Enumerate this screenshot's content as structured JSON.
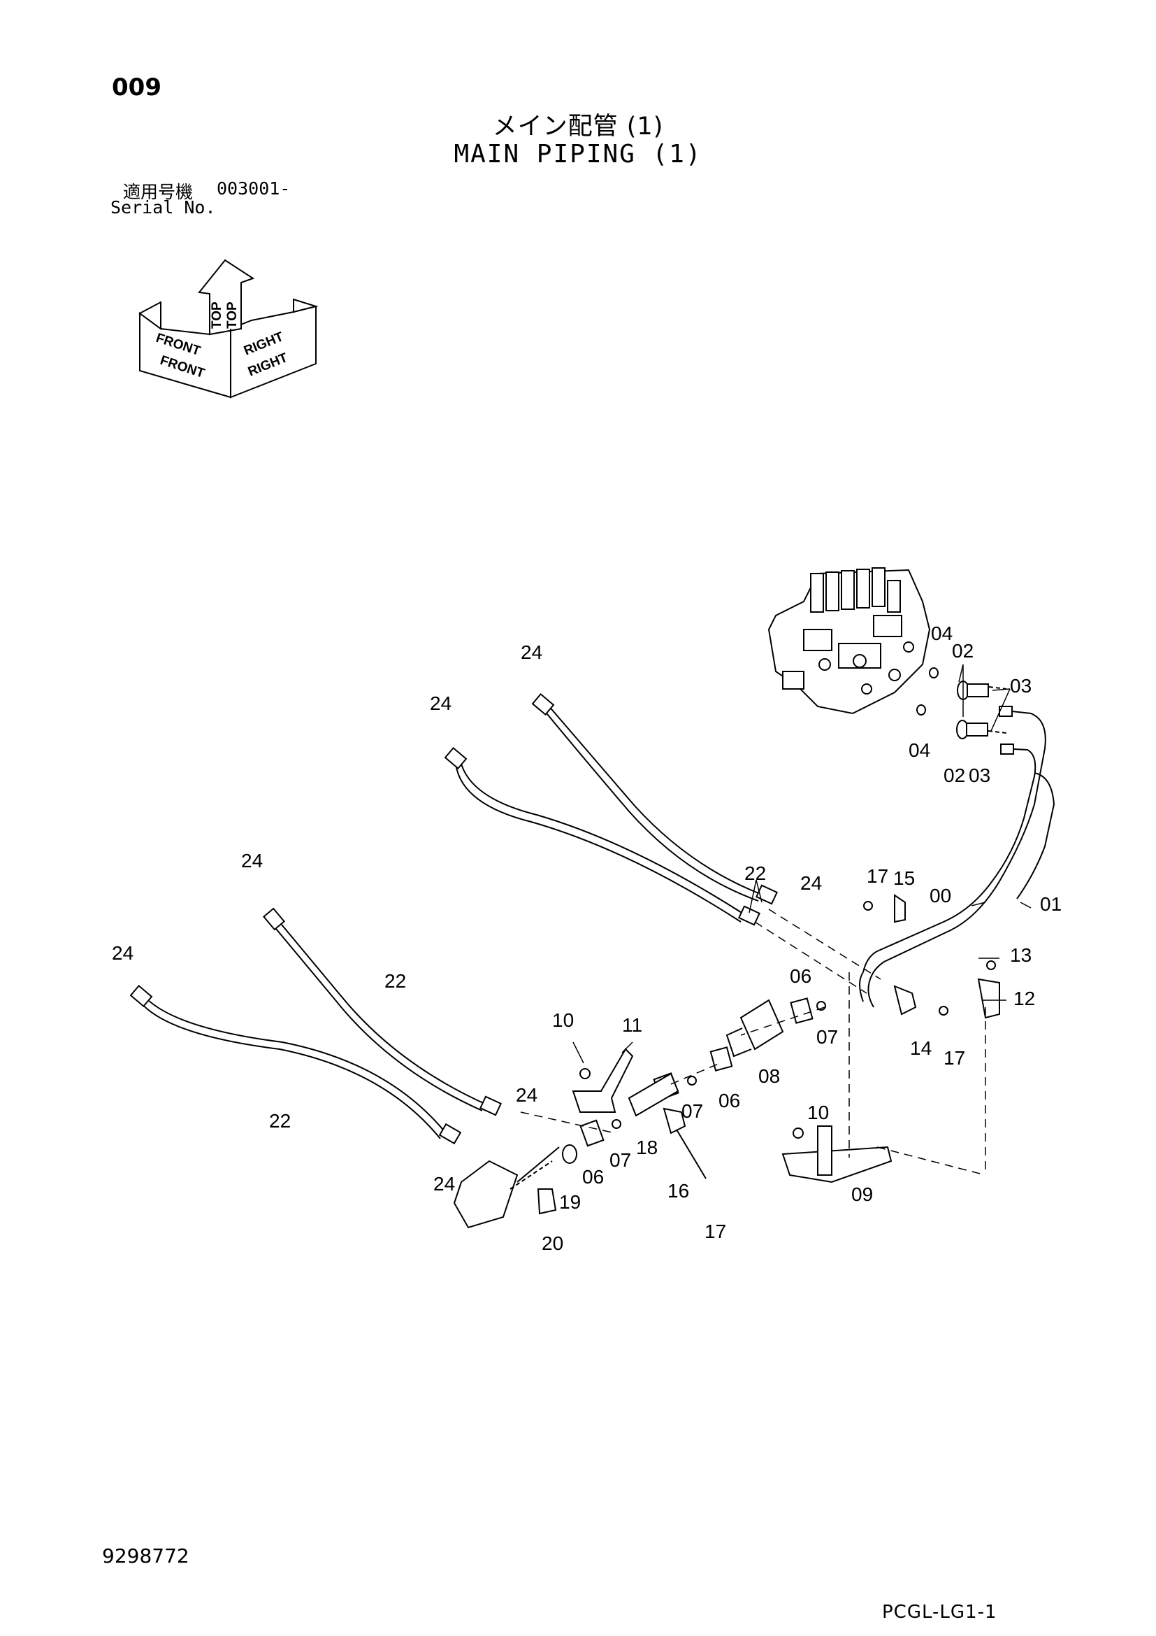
{
  "header": {
    "page_number": "009",
    "title_jp": "メイン配管 (1)",
    "title_en": "MAIN PIPING (1)",
    "serial_label_jp": "適用号機",
    "serial_range": "003001-",
    "serial_label_en": "Serial No."
  },
  "orientation_indicator": {
    "top": "TOP",
    "front": "FRONT",
    "right": "RIGHT"
  },
  "callouts": {
    "c00": "00",
    "c01": "01",
    "c02a": "02",
    "c02b": "02",
    "c03a": "03",
    "c03b": "03",
    "c04a": "04",
    "c04b": "04",
    "c06a": "06",
    "c06b": "06",
    "c06c": "06",
    "c07a": "07",
    "c07b": "07",
    "c07c": "07",
    "c08": "08",
    "c09": "09",
    "c10a": "10",
    "c10b": "10",
    "c11": "11",
    "c12": "12",
    "c13": "13",
    "c14": "14",
    "c15": "15",
    "c16": "16",
    "c17a": "17",
    "c17b": "17",
    "c17c": "17",
    "c18": "18",
    "c19": "19",
    "c20": "20",
    "c22a": "22",
    "c22b": "22",
    "c22c": "22",
    "c24a": "24",
    "c24b": "24",
    "c24c": "24",
    "c24d": "24",
    "c24e": "24",
    "c24f": "24",
    "c24g": "24"
  },
  "footer": {
    "document_number": "9298772",
    "drawing_code": "PCGL-LG1-1"
  }
}
